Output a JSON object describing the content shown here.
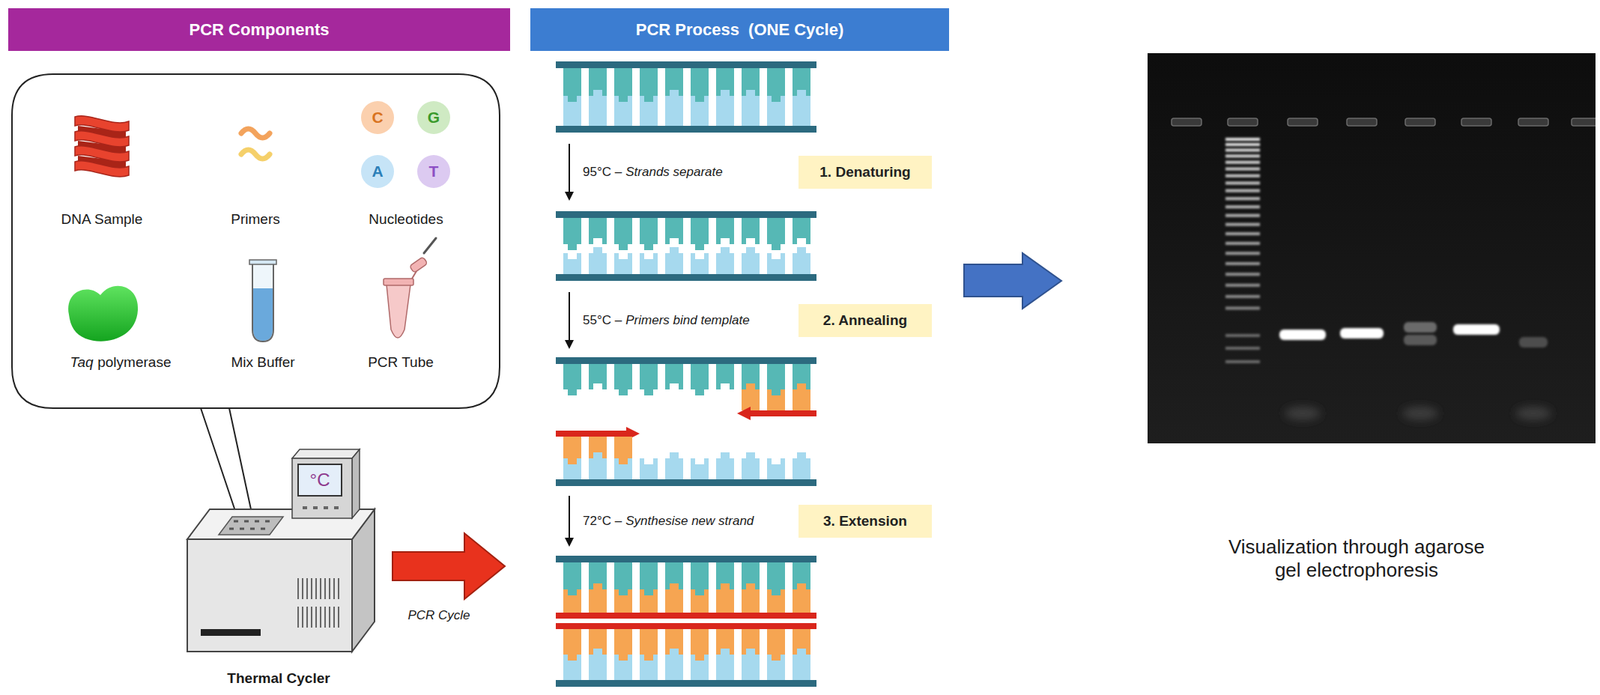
{
  "diagram": {
    "nodes": [
      {
        "text": [
          "PCR Components"
        ]
      },
      {
        "text": [
          "PCR Process  (ONE Cycle)"
        ]
      },
      {
        "text": [
          "C"
        ]
      },
      {
        "text": [
          "G"
        ]
      },
      {
        "text": [
          "A"
        ]
      },
      {
        "text": [
          "T"
        ]
      },
      {
        "text": [
          "1. Denaturing"
        ]
      },
      {
        "text": [
          "2. Annealing"
        ]
      },
      {
        "text": [
          "3. Extension"
        ]
      }
    ],
    "labels": [
      "DNA Sample",
      "Primers",
      "Nucleotides",
      "Taq",
      "polymerase",
      "Mix Buffer",
      "PCR Tube",
      "°C",
      "Thermal Cycler",
      "PCR Cycle",
      "95°C –",
      "Strands separate",
      "55°C –",
      "Primers bind template",
      "72°C –",
      "Synthesise new strand",
      "Visualization through agarose gel electrophoresis"
    ]
  }
}
